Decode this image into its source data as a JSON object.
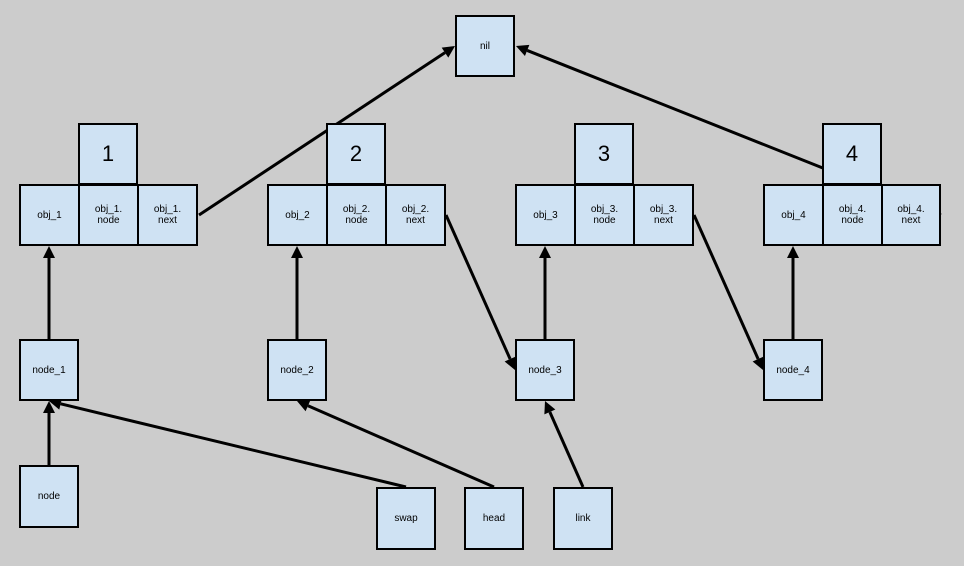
{
  "colors": {
    "background": "#cccccc",
    "box_fill": "#cfe2f3",
    "stroke": "#000000"
  },
  "nodes": {
    "nil": {
      "label": "nil"
    },
    "num_1": {
      "label": "1"
    },
    "num_2": {
      "label": "2"
    },
    "num_3": {
      "label": "3"
    },
    "num_4": {
      "label": "4"
    },
    "obj_1": {
      "label": "obj_1"
    },
    "obj_1_node": {
      "label": "obj_1.\nnode"
    },
    "obj_1_next": {
      "label": "obj_1.\nnext"
    },
    "obj_2": {
      "label": "obj_2"
    },
    "obj_2_node": {
      "label": "obj_2.\nnode"
    },
    "obj_2_next": {
      "label": "obj_2.\nnext"
    },
    "obj_3": {
      "label": "obj_3"
    },
    "obj_3_node": {
      "label": "obj_3.\nnode"
    },
    "obj_3_next": {
      "label": "obj_3.\nnext"
    },
    "obj_4": {
      "label": "obj_4"
    },
    "obj_4_node": {
      "label": "obj_4.\nnode"
    },
    "obj_4_next": {
      "label": "obj_4.\nnext"
    },
    "node_1": {
      "label": "node_1"
    },
    "node_2": {
      "label": "node_2"
    },
    "node_3": {
      "label": "node_3"
    },
    "node_4": {
      "label": "node_4"
    },
    "node": {
      "label": "node"
    },
    "swap": {
      "label": "swap"
    },
    "head": {
      "label": "head"
    },
    "link": {
      "label": "link"
    }
  },
  "edges": [
    {
      "from": "obj_1_next",
      "to": "nil"
    },
    {
      "from": "obj_4_next",
      "to": "nil"
    },
    {
      "from": "obj_2_next",
      "to": "node_3"
    },
    {
      "from": "obj_3_next",
      "to": "node_4"
    },
    {
      "from": "node_1",
      "to": "obj_1"
    },
    {
      "from": "node_2",
      "to": "obj_2"
    },
    {
      "from": "node_3",
      "to": "obj_3"
    },
    {
      "from": "node_4",
      "to": "obj_4"
    },
    {
      "from": "node",
      "to": "node_1"
    },
    {
      "from": "swap",
      "to": "node_1"
    },
    {
      "from": "head",
      "to": "node_2"
    },
    {
      "from": "link",
      "to": "node_3"
    }
  ]
}
